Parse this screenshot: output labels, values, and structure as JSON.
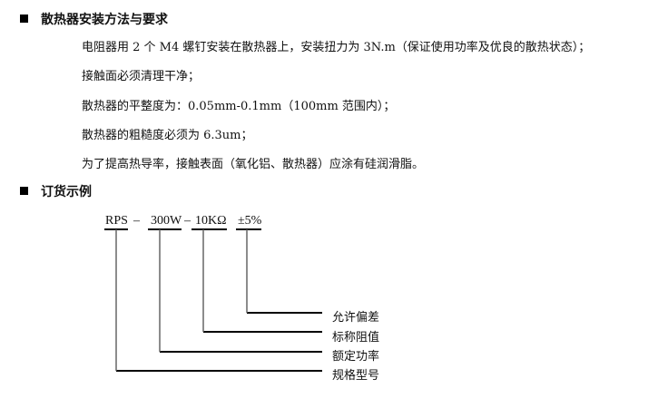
{
  "section1": {
    "title": "散热器安装方法与要求",
    "items": [
      "电阻器用 2 个 M4 螺钉安装在散热器上，安装扭力为 3N.m（保证使用功率及优良的散热状态）；",
      "接触面必须清理干净；",
      "散热器的平整度为：0.05mm-0.1mm（100mm 范围内）；",
      "散热器的粗糙度必须为 6.3um；",
      "为了提高热导率，接触表面（氧化铝、散热器）应涂有硅润滑脂。"
    ]
  },
  "section2": {
    "title": "订货示例",
    "code": {
      "model": "RPS",
      "sep1": "–",
      "power": "300W",
      "sep2": "–",
      "resistance": "10KΩ",
      "tolerance": "±5%"
    },
    "labels": {
      "tolerance": "允许偏差",
      "resistance": "标称阻值",
      "power": "额定功率",
      "model": "规格型号"
    }
  }
}
